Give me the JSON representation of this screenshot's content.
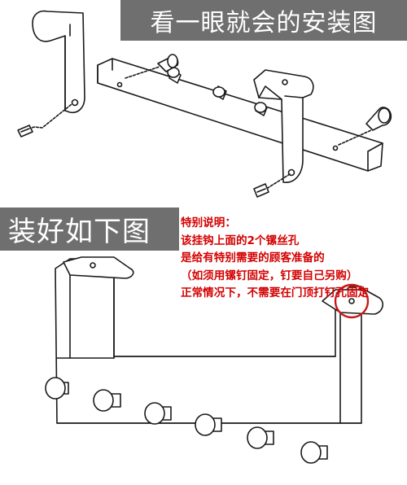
{
  "top_banner": {
    "text": "看一眼就会的安装图"
  },
  "middle_banner": {
    "text": "装好如下图"
  },
  "notes": {
    "lines": [
      "特别说明：",
      "该挂钩上面的2个镙丝孔",
      "是给有特别需要的顾客准备的",
      "（如须用镙钉固定，钉要自己另购）",
      "正常情况下，不需要在门顶打钉孔固定"
    ]
  },
  "colors": {
    "banner_bg": "#6f6f6f",
    "note_text": "#d40000",
    "highlight_circle": "#c61a1a"
  },
  "illustrations": [
    {
      "name": "exploded-install-diagram",
      "parts": [
        "door-clip-left",
        "door-clip-right",
        "hook-rail",
        "screw-left",
        "screw-right",
        "screw-bottom",
        "hook-pegs"
      ]
    },
    {
      "name": "assembled-hook-rack",
      "peg_count": 6,
      "highlight": "screw-hole"
    }
  ]
}
